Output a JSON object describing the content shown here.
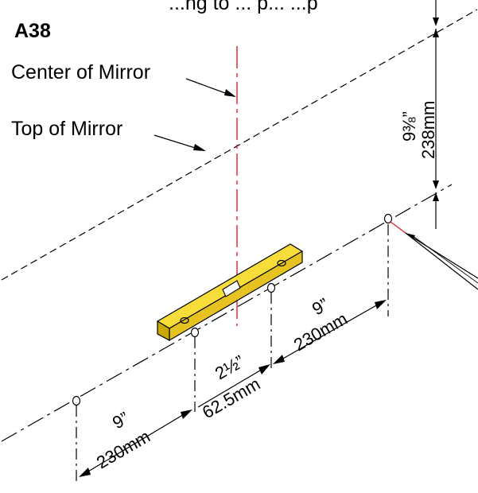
{
  "step": "A38",
  "header_fragment": "...ng to ... p... ...p",
  "callouts": {
    "center_of_mirror": "Center of Mirror",
    "top_of_mirror": "Top of Mirror"
  },
  "dimensions": {
    "vertical_in": "9⅜”",
    "vertical_mm": "238mm",
    "right_spacing_in": "9”",
    "right_spacing_mm": "230mm",
    "center_offset_in": "2½”",
    "center_offset_mm": "62.5mm",
    "left_spacing_in": "9”",
    "left_spacing_mm": "230mm"
  },
  "colors": {
    "line": "#000000",
    "center_line": "#e0202a",
    "level_body": "#f2d31a",
    "level_shade": "#c9a800"
  },
  "icons": [
    "spirit-level-icon",
    "pencil-icon",
    "drill-hole-mark-icon"
  ]
}
